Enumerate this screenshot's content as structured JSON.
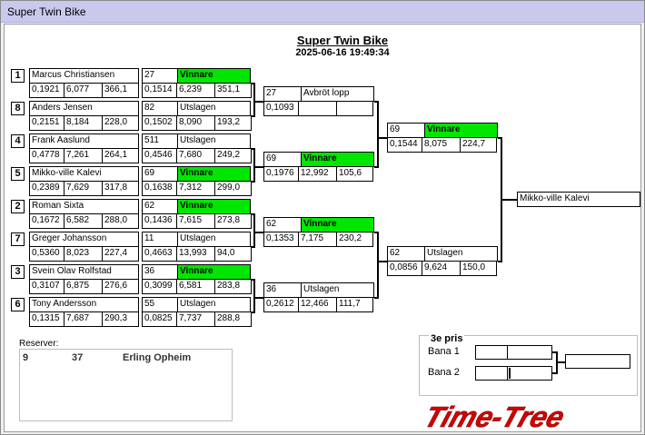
{
  "window": {
    "title": "Super Twin Bike"
  },
  "header": {
    "title": "Super Twin Bike",
    "datetime": "2025-06-16 19:49:34"
  },
  "round1": [
    {
      "seed": "1",
      "rider": "Marcus Christiansen",
      "t": [
        "0,1921",
        "6,077",
        "366,1"
      ],
      "no": "27",
      "status": "Vinnare",
      "win": true,
      "t2": [
        "0,1514",
        "6,239",
        "351,1"
      ]
    },
    {
      "seed": "8",
      "rider": "Anders Jensen",
      "t": [
        "0,2151",
        "8,184",
        "228,0"
      ],
      "no": "82",
      "status": "Utslagen",
      "win": false,
      "t2": [
        "0,1502",
        "8,090",
        "193,2"
      ]
    },
    {
      "seed": "4",
      "rider": "Frank Aaslund",
      "t": [
        "0,4778",
        "7,261",
        "264,1"
      ],
      "no": "511",
      "status": "Utslagen",
      "win": false,
      "t2": [
        "0,4546",
        "7,680",
        "249,2"
      ]
    },
    {
      "seed": "5",
      "rider": "Mikko-ville Kalevi",
      "t": [
        "0,2389",
        "7,629",
        "317,8"
      ],
      "no": "69",
      "status": "Vinnare",
      "win": true,
      "t2": [
        "0,1638",
        "7,312",
        "299,0"
      ]
    },
    {
      "seed": "2",
      "rider": "Roman Sixta",
      "t": [
        "0,1672",
        "6,582",
        "288,0"
      ],
      "no": "62",
      "status": "Vinnare",
      "win": true,
      "t2": [
        "0,1436",
        "7,615",
        "273,8"
      ]
    },
    {
      "seed": "7",
      "rider": "Greger Johansson",
      "t": [
        "0,5360",
        "8,023",
        "227,4"
      ],
      "no": "11",
      "status": "Utslagen",
      "win": false,
      "t2": [
        "0,4663",
        "13,993",
        "94,0"
      ]
    },
    {
      "seed": "3",
      "rider": "Svein Olav Rolfstad",
      "t": [
        "0,3107",
        "6,875",
        "276,6"
      ],
      "no": "36",
      "status": "Vinnare",
      "win": true,
      "t2": [
        "0,3099",
        "6,581",
        "283,8"
      ]
    },
    {
      "seed": "6",
      "rider": "Tony Andersson",
      "t": [
        "0,1315",
        "7,687",
        "290,3"
      ],
      "no": "55",
      "status": "Utslagen",
      "win": false,
      "t2": [
        "0,0825",
        "7,737",
        "288,8"
      ]
    }
  ],
  "round2": [
    {
      "no": "27",
      "status": "Avbröt lopp",
      "win": false,
      "t": [
        "0,1093",
        "",
        ""
      ]
    },
    {
      "no": "69",
      "status": "Vinnare",
      "win": true,
      "t": [
        "0,1976",
        "12,992",
        "105,6"
      ]
    },
    {
      "no": "62",
      "status": "Vinnare",
      "win": true,
      "t": [
        "0,1353",
        "7,175",
        "230,2"
      ]
    },
    {
      "no": "36",
      "status": "Utslagen",
      "win": false,
      "t": [
        "0,2612",
        "12,466",
        "111,7"
      ]
    }
  ],
  "round3": [
    {
      "no": "69",
      "status": "Vinnare",
      "win": true,
      "t": [
        "0,1544",
        "8,075",
        "224,7"
      ]
    },
    {
      "no": "62",
      "status": "Utslagen",
      "win": false,
      "t": [
        "0,0856",
        "9,624",
        "150,0"
      ]
    }
  ],
  "winner": "Mikko-ville Kalevi",
  "reserves": {
    "label": "Reserver:",
    "rows": [
      {
        "pos": "9",
        "no": "37",
        "name": "Erling Opheim"
      }
    ]
  },
  "third": {
    "title": "3e pris",
    "lane1": "Bana 1",
    "lane2": "Bana 2"
  },
  "logo": {
    "text": "Time-Tree",
    "color": "#d40000"
  }
}
